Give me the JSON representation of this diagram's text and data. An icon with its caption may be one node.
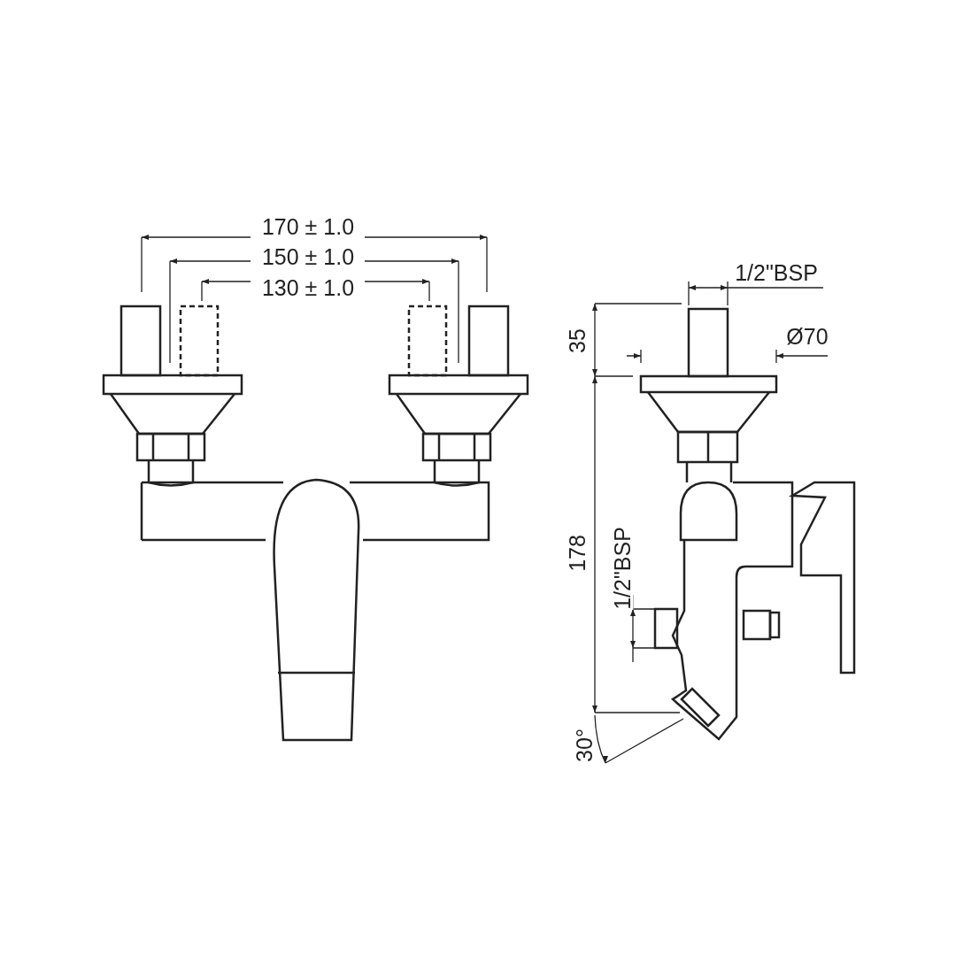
{
  "diagram": {
    "labels": [
      "170 ± 1.0",
      "150 ± 1.0",
      "130 ± 1.0",
      "1/2\"BSP",
      "35",
      "Ø70",
      "178",
      "1/2\"BSP",
      "30°"
    ]
  }
}
